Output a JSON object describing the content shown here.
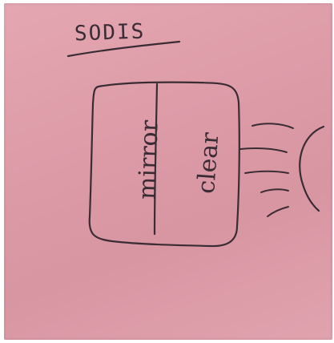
{
  "note": {
    "color": "#dd9ca8",
    "title": "SODIS",
    "left_label": "mirror",
    "right_label": "clear"
  },
  "sketch": {
    "ink_color": "#3a2c34",
    "icon_names": [
      "bottle-icon",
      "sun-icon"
    ]
  }
}
